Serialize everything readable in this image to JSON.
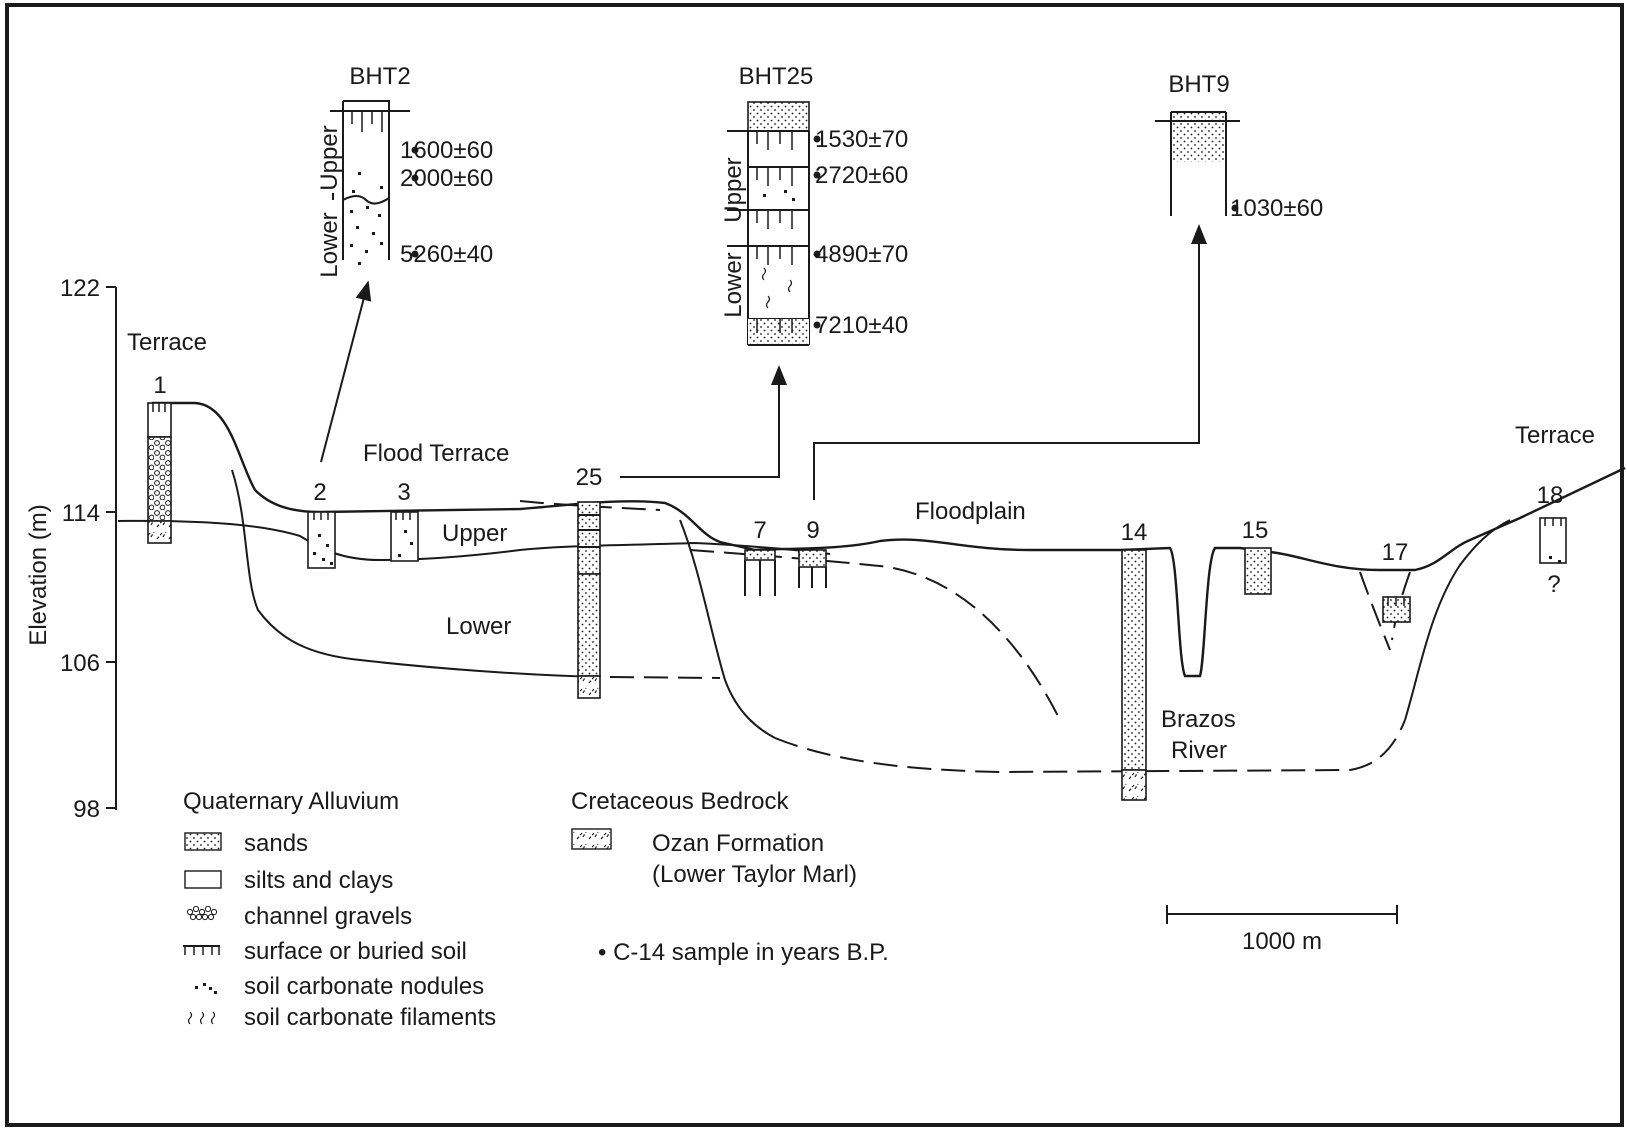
{
  "axis": {
    "label": "Elevation (m)",
    "ticks": [
      "122",
      "114",
      "106",
      "98"
    ]
  },
  "landforms": {
    "terrace_left": "Terrace",
    "terrace_right": "Terrace",
    "flood_terrace": "Flood Terrace",
    "floodplain": "Floodplain",
    "upper": "Upper",
    "lower": "Lower",
    "river_line1": "Brazos",
    "river_line2": "River"
  },
  "borehole_labels": [
    "1",
    "2",
    "3",
    "25",
    "7",
    "9",
    "14",
    "15",
    "17",
    "18"
  ],
  "unknown_mark": "?",
  "insets": {
    "bht2": {
      "title": "BHT2",
      "upper": "Upper",
      "lower": "Lower",
      "dates": [
        "1600±60",
        "2000±60",
        "5260±40"
      ]
    },
    "bht25": {
      "title": "BHT25",
      "upper": "Upper",
      "lower": "Lower",
      "dates": [
        "1530±70",
        "2720±60",
        "4890±70",
        "7210±40"
      ]
    },
    "bht9": {
      "title": "BHT9",
      "dates": [
        "1030±60"
      ]
    }
  },
  "legend": {
    "heading_quaternary": "Quaternary Alluvium",
    "sands": "sands",
    "silts": "silts and clays",
    "gravels": "channel gravels",
    "soil": "surface or buried soil",
    "nodules": "soil carbonate nodules",
    "filaments": "soil carbonate filaments",
    "heading_cretaceous": "Cretaceous Bedrock",
    "ozan_line1": "Ozan Formation",
    "ozan_line2": "(Lower Taylor Marl)",
    "c14": "• C-14 sample in years B.P."
  },
  "scale_bar": {
    "label": "1000 m"
  }
}
